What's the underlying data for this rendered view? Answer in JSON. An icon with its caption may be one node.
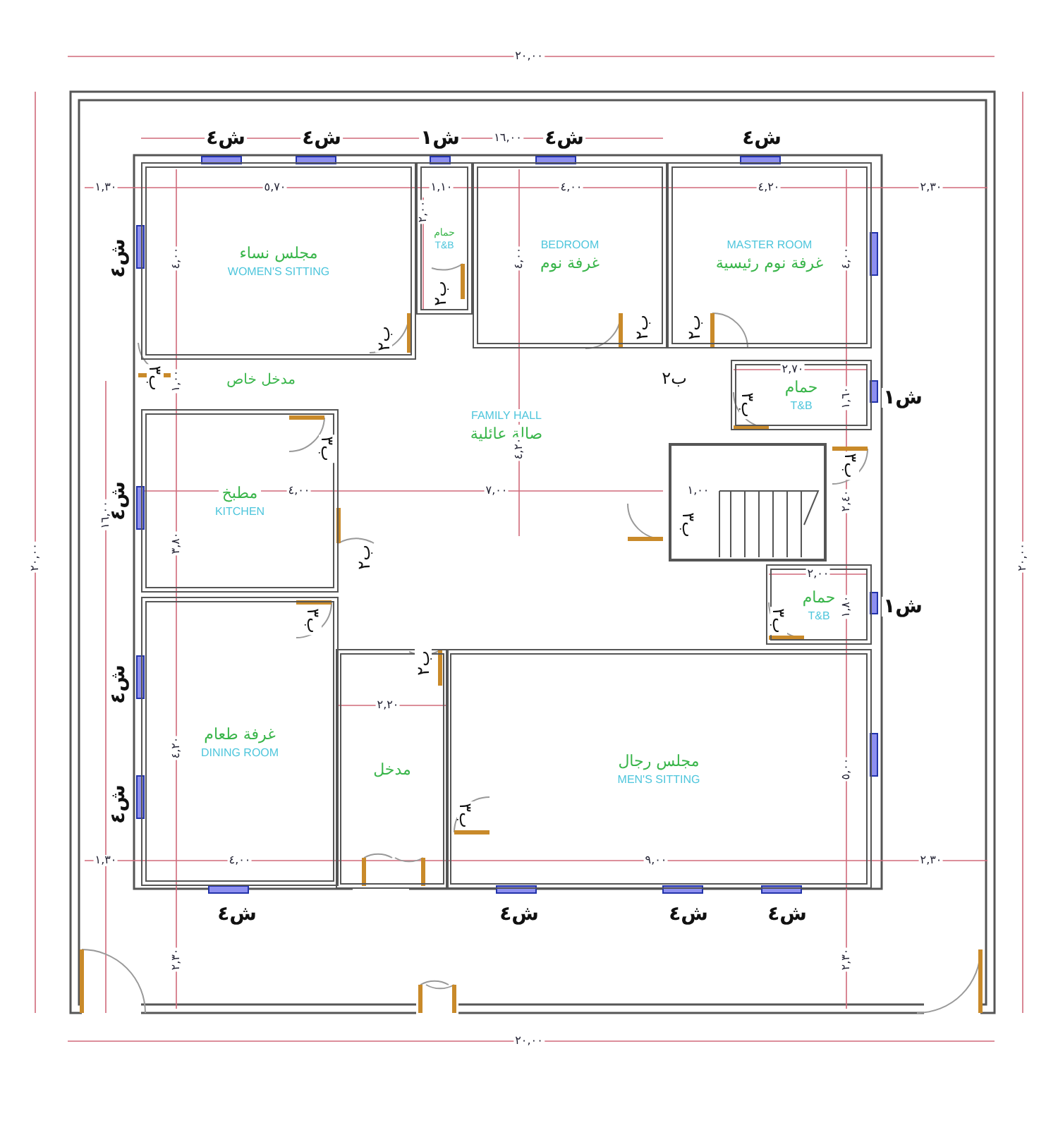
{
  "diagram": {
    "nodes": [
      {
        "text": [
          "مجلس نساء",
          "WOMEN'S SITTING"
        ]
      },
      {
        "text": [
          "حمام",
          "T&B"
        ]
      },
      {
        "text": [
          "BEDROOM",
          "غرفة نوم"
        ]
      },
      {
        "text": [
          "MASTER ROOM",
          "غرفة نوم رئيسية"
        ]
      },
      {
        "text": [
          "حمام",
          "T&B"
        ]
      },
      {
        "text": [
          "FAMILY HALL",
          "صالة عائلية"
        ]
      },
      {
        "text": [
          "مطبخ",
          "KITCHEN"
        ]
      },
      {
        "text": [
          "حمام",
          "T&B"
        ]
      },
      {
        "text": [
          "غرفة طعام",
          "DINING ROOM"
        ]
      },
      {
        "text": [
          "مدخل"
        ]
      },
      {
        "text": [
          "مجلس رجال",
          "MEN'S SITTING"
        ]
      }
    ],
    "labels": [
      "٢٠,٠٠",
      "ش٤",
      "ش٤",
      "ش١",
      "١٦,٠٠",
      "ش٤",
      "ش٤",
      "١,٣٠",
      "٥,٧٠",
      "١,١٠",
      "٤,٠٠",
      "٤,٢٠",
      "٢,٣٠",
      "ش٤",
      "٤,٠٠",
      "٢,٠٠",
      "٤,٠٠",
      "٤,٠٠",
      "ب٢",
      "ب٢",
      "ب٢",
      "ب٢",
      "ب٢",
      "٢,٧٠",
      "١,٦٠",
      "ش١",
      "١,٠٠",
      "مدخل خاص",
      "ب٣",
      "ب٣",
      "ب٣",
      "٤,٢٠",
      "ب٣",
      "ش٤",
      "١٦,٠٠",
      "٤,٠٠",
      "٧,٠٠",
      "١,٠٠",
      "٣,٨٠",
      "٢,٤٠",
      "ب٢",
      "ب٣",
      "٢٠,٠٠",
      "٢٠,٠٠",
      "٢,٠٠",
      "١,٨٠",
      "ش١",
      "ب٣",
      "ب٣",
      "ب٢",
      "ش٤",
      "٤,٢٠",
      "٢,٢٠",
      "٥,٠٠",
      "ب٣",
      "ش٤",
      "١,٣٠",
      "٤,٠٠",
      "٩,٠٠",
      "٢,٣٠",
      "ش٤",
      "ش٤",
      "ش٤",
      "ش٤",
      "٢,٣٠",
      "٢,٣٠",
      "٢٠,٠٠"
    ]
  }
}
